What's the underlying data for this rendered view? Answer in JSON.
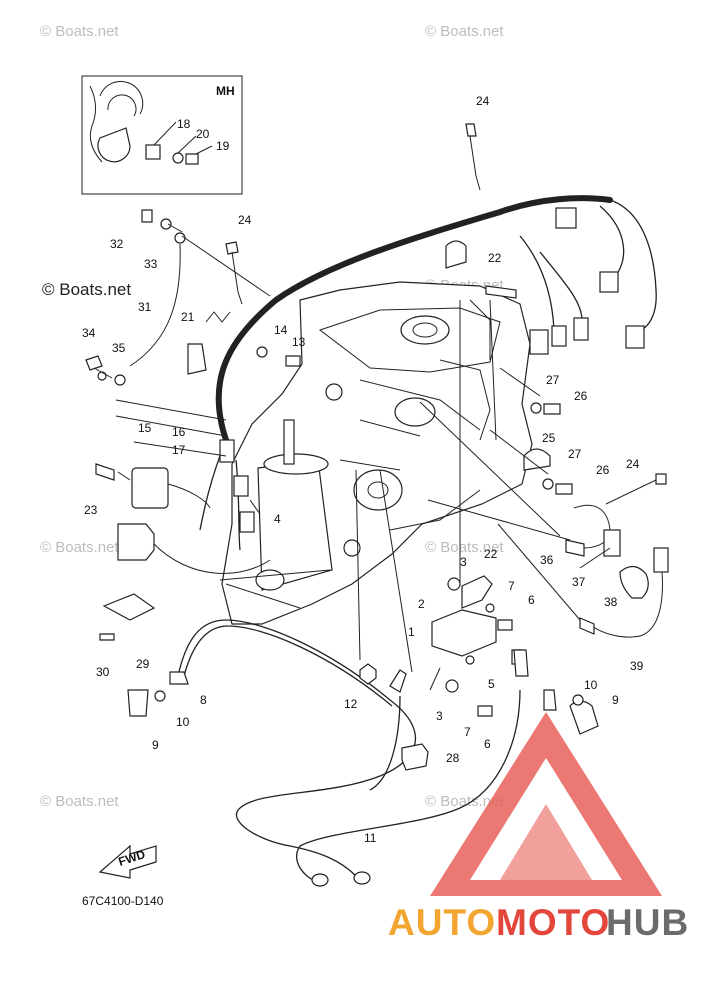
{
  "diagram": {
    "inset_label": "MH",
    "part_code": "67C4100-D140",
    "fwd_label": "FWD",
    "callouts": [
      "24",
      "18",
      "20",
      "19",
      "32",
      "33",
      "24",
      "22",
      "31",
      "21",
      "14",
      "13",
      "34",
      "35",
      "27",
      "26",
      "15",
      "16",
      "17",
      "25",
      "27",
      "26",
      "24",
      "23",
      "4",
      "36",
      "37",
      "38",
      "22",
      "3",
      "7",
      "6",
      "2",
      "1",
      "5",
      "39",
      "30",
      "29",
      "8",
      "10",
      "9",
      "12",
      "3",
      "7",
      "6",
      "10",
      "9",
      "28",
      "11"
    ]
  },
  "watermarks": {
    "top_left": "© Boats.net",
    "top_right": "© Boats.net",
    "main": "© Boats.net",
    "mid_right": "© Boats.net",
    "center": "© Boats.net",
    "left_mid": "© Boats.net",
    "bottom_left": "© Boats.net",
    "bottom_right": "© Boats.net"
  },
  "brand": {
    "part_auto": "AUTO",
    "part_moto": "MOTO",
    "part_hub": "HUB",
    "colors": {
      "orange": "#f2a531",
      "red": "#e4463c",
      "gray": "#6b6b6b",
      "triangle": "#e9605a"
    }
  }
}
